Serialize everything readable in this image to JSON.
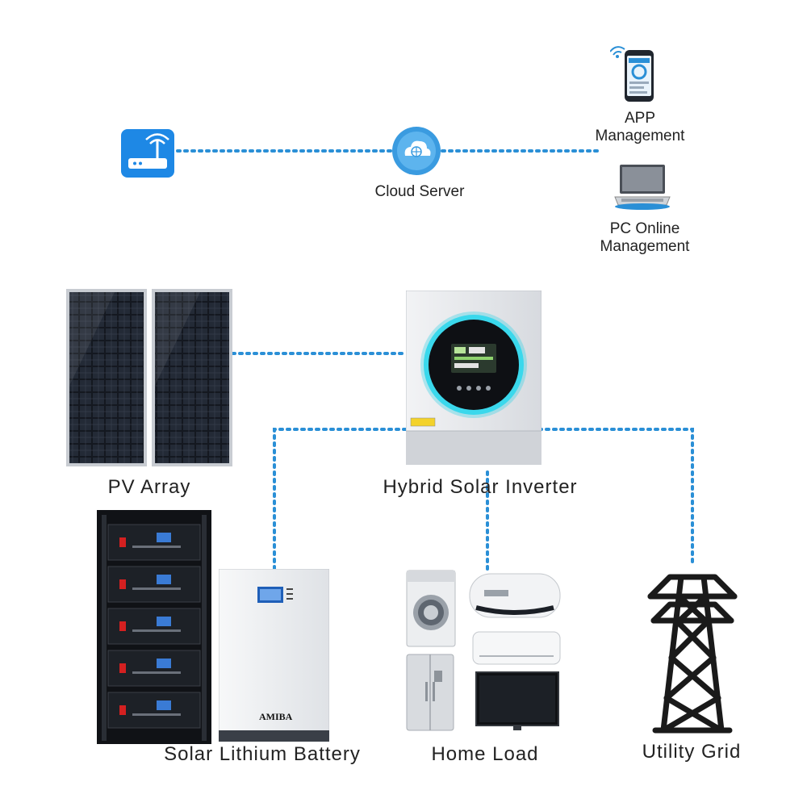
{
  "network": {
    "cloud_label": "Cloud Server",
    "app_label_line1": "APP",
    "app_label_line2": "Management",
    "pc_label_line1": "PC Online",
    "pc_label_line2": "Management",
    "router_icon": "router-icon",
    "cloud_icon": "cloud-icon",
    "phone_icon": "smartphone-icon",
    "laptop_icon": "laptop-icon"
  },
  "system": {
    "pv_label": "PV Array",
    "inverter_label": "Hybrid Solar Inverter",
    "battery_label": "Solar Lithium Battery",
    "home_label": "Home Load",
    "grid_label": "Utility Grid",
    "battery_brand": "AMIBA"
  },
  "colors": {
    "link": "#2a8fd6",
    "accent_blue": "#1e88e5",
    "panel_dark": "#1b1f26",
    "ring": "#38d3e8"
  }
}
